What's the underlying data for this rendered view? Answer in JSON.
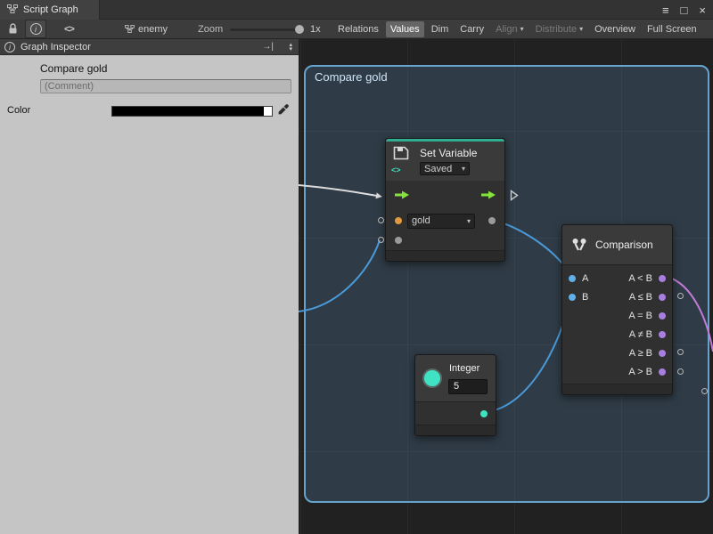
{
  "colors": {
    "group_border": "#66a3cd",
    "group_fill": "#2f3c47",
    "wire_blue": "#4a9ad8",
    "wire_white": "#dcdcdc",
    "wire_purple": "#c27bd6",
    "port_blue": "#5fb0e8",
    "port_purple": "#a87fe0",
    "port_orange": "#e09a3c",
    "port_gray": "#9a9a9a",
    "port_teal": "#3fe3c3",
    "flow_green": "#86e33c",
    "variable_accent_teal": "#2fae92"
  },
  "icons": {
    "caret_down": "▾",
    "info_letter": "i",
    "code": "<>",
    "menu": "≡",
    "maximize": "□",
    "close": "×",
    "dock": "→|",
    "scroll_up": "▴",
    "scroll_down": "▾"
  },
  "window": {
    "tab": "Script Graph"
  },
  "toolbar": {
    "graph_name": "enemy",
    "zoom_label": "Zoom",
    "zoom_value": "1x",
    "buttons": [
      {
        "label": "Relations"
      },
      {
        "label": "Values"
      },
      {
        "label": "Dim"
      },
      {
        "label": "Carry"
      },
      {
        "label": "Align"
      },
      {
        "label": "Distribute"
      },
      {
        "label": "Overview"
      },
      {
        "label": "Full Screen"
      }
    ]
  },
  "inspector": {
    "header": "Graph Inspector",
    "title": "Compare gold",
    "comment_placeholder": "(Comment)",
    "color_label": "Color"
  },
  "graph": {
    "group_title": "Compare gold",
    "nodes": {
      "set_variable": {
        "title": "Set Variable",
        "kind": "Saved",
        "variable": "gold"
      },
      "comparison": {
        "title": "Comparison",
        "rows": [
          {
            "left": "A",
            "right": "A < B"
          },
          {
            "left": "B",
            "right": "A ≤ B"
          },
          {
            "left": "",
            "right": "A = B"
          },
          {
            "left": "",
            "right": "A ≠ B"
          },
          {
            "left": "",
            "right": "A ≥ B"
          },
          {
            "left": "",
            "right": "A > B"
          }
        ]
      },
      "integer": {
        "title": "Integer",
        "value": "5"
      }
    }
  }
}
